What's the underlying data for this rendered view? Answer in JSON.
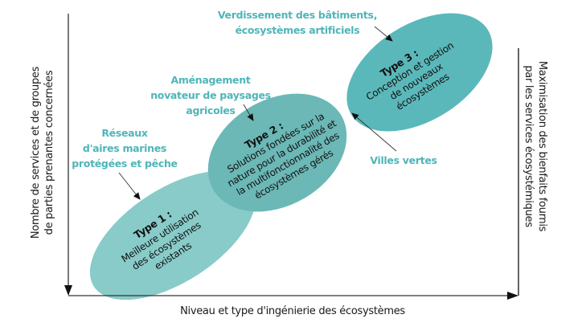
{
  "axes": {
    "x_label": "Niveau et type d'ingénierie des écosystèmes",
    "y_left_label_lines": [
      "Nombre de services et de groupes",
      "de parties prenantes concernées"
    ],
    "y_right_label_lines": [
      "Maximisation des bienfaits fournis",
      "par les services écosystémiques"
    ]
  },
  "types": [
    {
      "title": "Type 1 :",
      "lines": [
        "Meilleure utilisation",
        "des écosystèmes",
        "existants"
      ],
      "color": "#88cbc9"
    },
    {
      "title": "Type 2 :",
      "lines": [
        "Solutions fondées sur la",
        "nature pour la durabilité et",
        "la multifonctionnalité des",
        "écosystèmes gérés"
      ],
      "color": "#6bb8b6"
    },
    {
      "title": "Type 3 :",
      "lines": [
        "Conception et gestion",
        "de nouveaux",
        "écosystèmes"
      ],
      "color": "#5bb8ba"
    }
  ],
  "callouts": [
    {
      "lines": [
        "Réseaux",
        "d'aires marines",
        "protégées et pêche"
      ]
    },
    {
      "lines": [
        "Aménagement",
        "novateur de paysages",
        "agricoles"
      ]
    },
    {
      "lines": [
        "Verdissement des bâtiments,",
        "écosystèmes artificiels"
      ]
    },
    {
      "lines": [
        "Villes vertes"
      ]
    }
  ],
  "colors": {
    "callout_text": "#4fb5b8",
    "axis": "#333333"
  }
}
